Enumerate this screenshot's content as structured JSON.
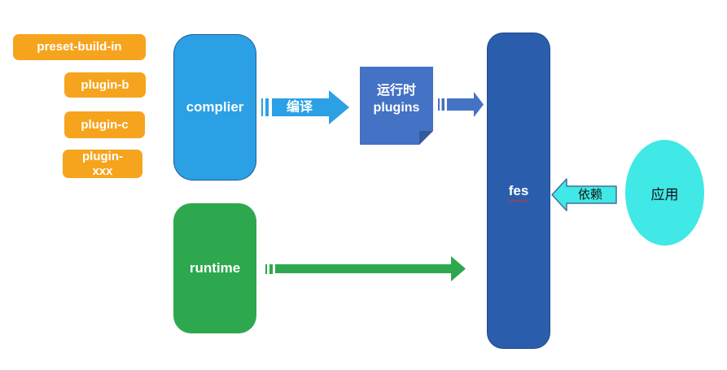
{
  "colors": {
    "orange": "#F6A41D",
    "light-blue": "#2BA0E4",
    "office-blue": "#4472C4",
    "fold-blue": "#35599B",
    "dark-blue": "#2A5EAD",
    "green": "#2EA84E",
    "cyan": "#40E8E6",
    "arrow-outline": "#41719C",
    "squiggle-red": "#E0341B"
  },
  "plugin_chips": [
    {
      "label": "preset-build-in"
    },
    {
      "label": "plugin-b"
    },
    {
      "label": "plugin-c"
    },
    {
      "label": "plugin-\nxxx"
    }
  ],
  "nodes": {
    "compiler": {
      "label": "complier"
    },
    "runtime": {
      "label": "runtime"
    },
    "runtime_plugins": {
      "label": "运行时\nplugins"
    },
    "fes": {
      "label": "fes"
    },
    "app": {
      "label": "应用"
    }
  },
  "arrows": {
    "compile": {
      "label": "编译",
      "from": "complier",
      "to": "运行时 plugins"
    },
    "plugins_to_fes": {
      "label": "",
      "from": "运行时 plugins",
      "to": "fes"
    },
    "runtime_to_fes": {
      "label": "",
      "from": "runtime",
      "to": "fes"
    },
    "depends": {
      "label": "依赖",
      "from": "应用",
      "to": "fes"
    }
  }
}
